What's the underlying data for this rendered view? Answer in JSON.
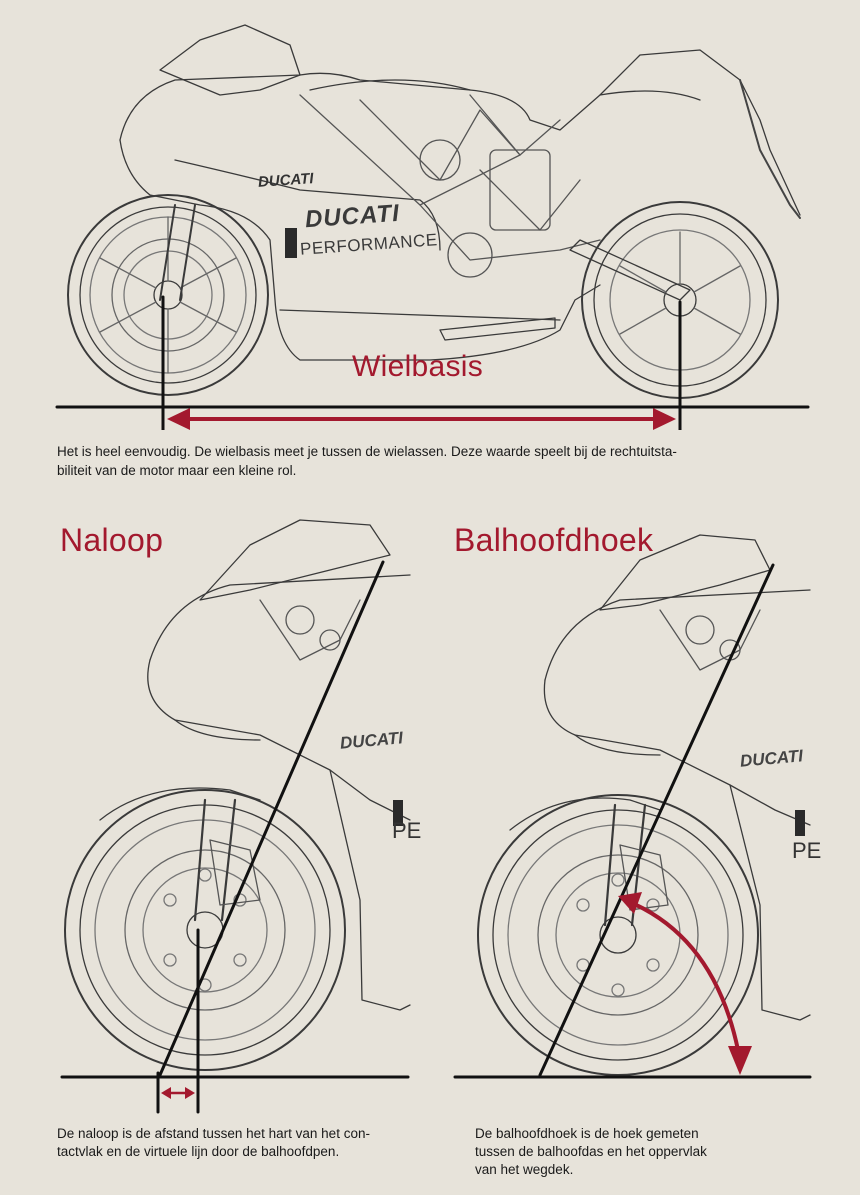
{
  "sections": {
    "wheelbase": {
      "label": "Wielbasis",
      "caption_line1": "Het is heel eenvoudig. De wielbasis meet je tussen de wielassen. Deze waarde speelt bij de rechtuitsta-",
      "caption_line2": "biliteit van de motor maar een kleine rol."
    },
    "trail": {
      "title": "Naloop",
      "caption_line1": "De naloop is de afstand tussen het hart van het con-",
      "caption_line2": "tactvlak en de virtuele lijn door de balhoofdpen."
    },
    "rake": {
      "title": "Balhoofdhoek",
      "caption_line1": "De balhoofdhoek is de hoek gemeten",
      "caption_line2": "tussen de balhoofdas en het oppervlak",
      "caption_line3": "van het wegdek."
    }
  },
  "bike_branding": {
    "tank_logo": "DUCATI",
    "fairing_logo": "DUCATI",
    "fairing_text": "PERFORMANCE",
    "panel_fragment": "PE"
  },
  "colors": {
    "background": "#e7e3da",
    "accent": "#a3192e",
    "ink": "#1a1a1a"
  }
}
